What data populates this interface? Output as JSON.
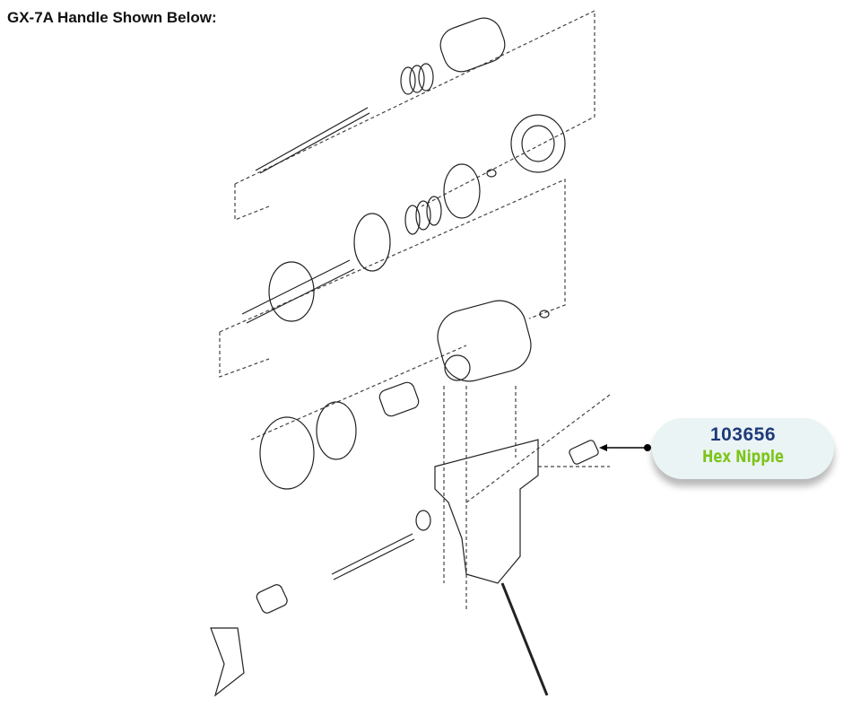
{
  "title": "GX-7A Handle Shown Below:",
  "callout": {
    "part_number": "103656",
    "part_name": "Hex Nipple",
    "number_color": "#1f3a7a",
    "name_color": "#7cc418"
  }
}
